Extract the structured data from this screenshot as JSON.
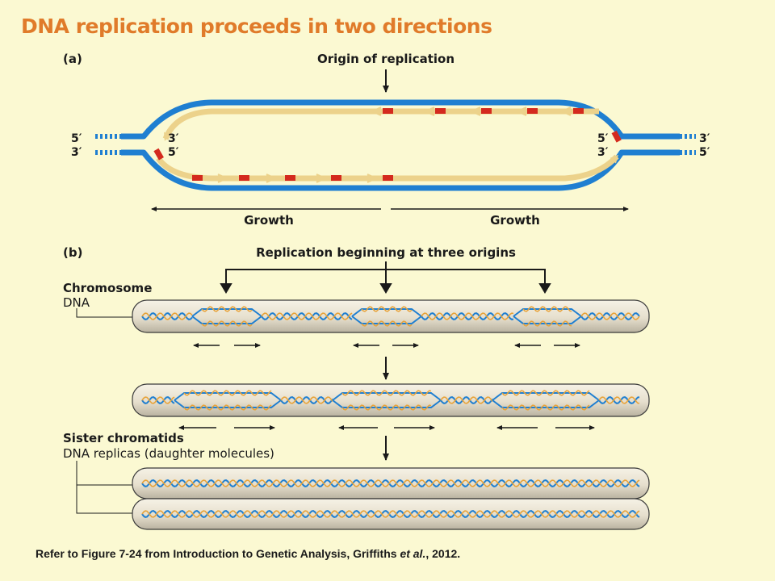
{
  "title": "DNA replication proceeds in two directions",
  "panel_a": {
    "label": "(a)",
    "origin_label": "Origin of replication",
    "left_top_end": "5′",
    "left_bottom_end": "3′",
    "right_top_end": "3′",
    "right_bottom_end": "5′",
    "left_fork_top": "3′",
    "left_fork_bottom": "5′",
    "right_fork_top": "5′",
    "right_fork_bottom": "3′",
    "growth_left": "Growth",
    "growth_right": "Growth"
  },
  "panel_b": {
    "label": "(b)",
    "origins_label": "Replication beginning at three origins",
    "chromosome_label": "Chromosome",
    "chromosome_sub": "DNA",
    "sister_label": "Sister chromatids",
    "sister_sub": "DNA replicas (daughter molecules)"
  },
  "caption": {
    "prefix": "Refer to Figure 7-24 from Introduction to Genetic Analysis, Griffiths ",
    "italic": "et al.",
    "suffix": ", 2012."
  },
  "colors": {
    "background": "#fbf9d2",
    "title": "#e07b2a",
    "parent_strand": "#1f7fd1",
    "new_strand": "#ecd28b",
    "primer": "#d42a1e",
    "chromosome_fill": "#ece6d6",
    "helix_orange": "#e8a33a"
  }
}
